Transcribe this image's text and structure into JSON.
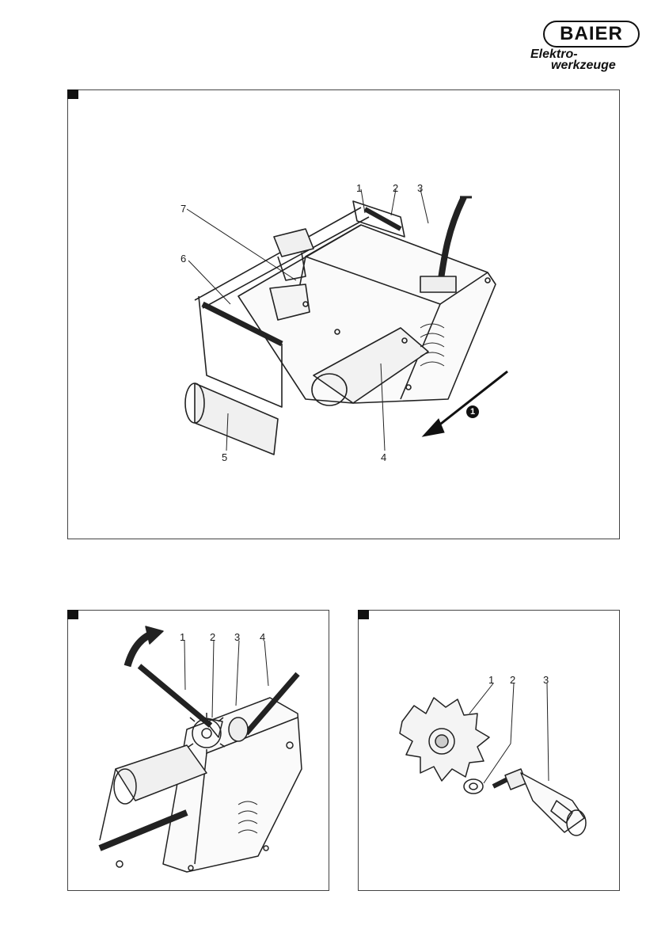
{
  "logo": {
    "brand": "BAIER",
    "line1": "Elektro-",
    "line2": "werkzeuge"
  },
  "figure1": {
    "labels": {
      "l1": "1",
      "l2": "2",
      "l3": "3",
      "l4": "4",
      "l5": "5",
      "l6": "6",
      "l7": "7"
    },
    "badge": "1"
  },
  "figure2": {
    "labels": {
      "l1": "1",
      "l2": "2",
      "l3": "3",
      "l4": "4"
    }
  },
  "figure3": {
    "labels": {
      "l1": "1",
      "l2": "2",
      "l3": "3"
    }
  }
}
